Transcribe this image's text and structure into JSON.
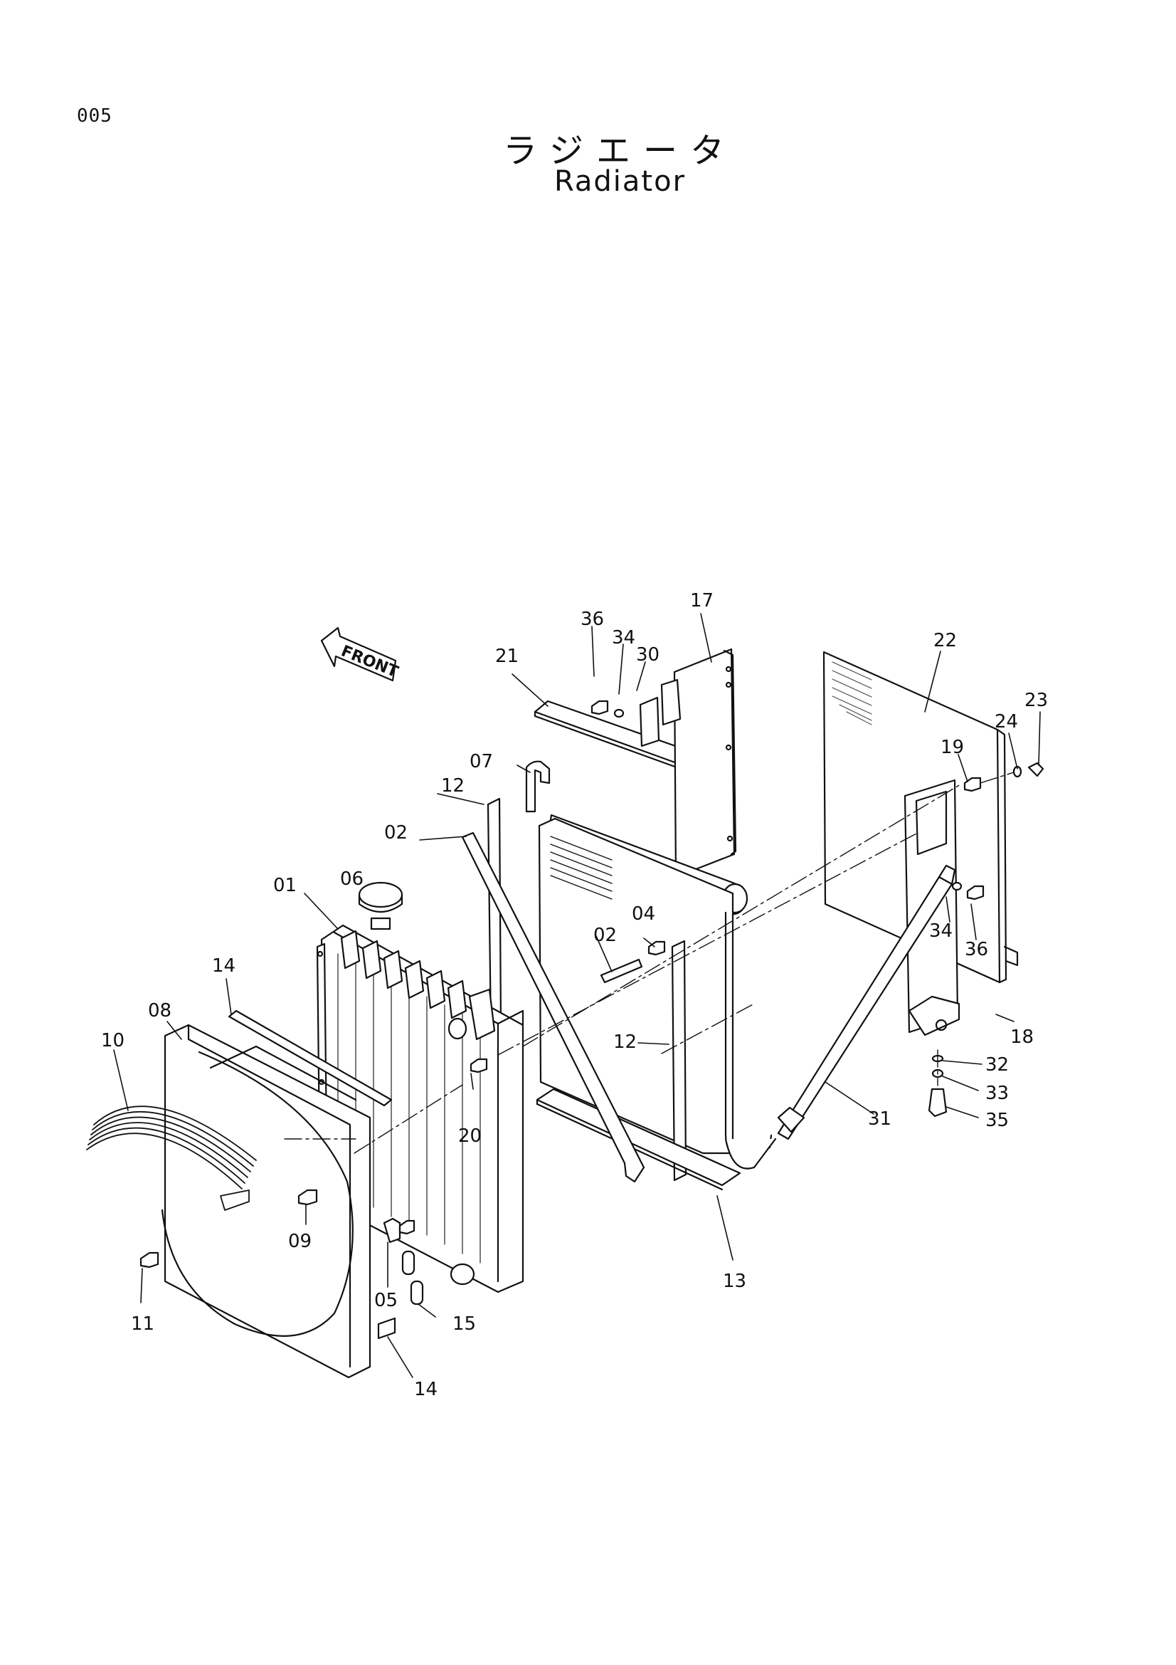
{
  "page_code": "005",
  "title_jp": "ラジエータ",
  "title_en": "Radiator",
  "front_label": "FRONT",
  "callouts": {
    "c01": "01",
    "c02a": "02",
    "c02b": "02",
    "c04": "04",
    "c05": "05",
    "c06": "06",
    "c07": "07",
    "c08": "08",
    "c09": "09",
    "c10": "10",
    "c11": "11",
    "c12a": "12",
    "c12b": "12",
    "c13": "13",
    "c14a": "14",
    "c14b": "14",
    "c15": "15",
    "c17": "17",
    "c18": "18",
    "c19": "19",
    "c20": "20",
    "c21": "21",
    "c22": "22",
    "c23": "23",
    "c24": "24",
    "c30": "30",
    "c31": "31",
    "c32": "32",
    "c33": "33",
    "c34a": "34",
    "c34b": "34",
    "c35": "35",
    "c36a": "36",
    "c36b": "36"
  }
}
